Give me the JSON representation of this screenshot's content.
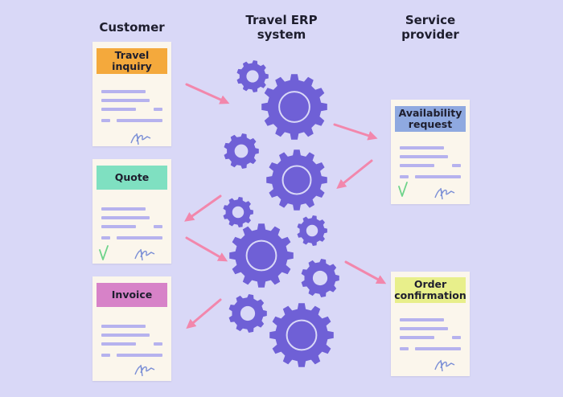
{
  "columns": {
    "customer": "Customer",
    "erp": "Travel ERP\nsystem",
    "provider": "Service\nprovider"
  },
  "documents": {
    "travel_inquiry": "Travel\ninquiry",
    "quote": "Quote",
    "invoice": "Invoice",
    "availability_request": "Availability\nrequest",
    "order_confirmation": "Order\nconfirmation"
  },
  "colors": {
    "background": "#d9d8f7",
    "gear": "#6f60d6",
    "arrow": "#f287ac",
    "travel_inquiry": "#f4a93c",
    "quote": "#7fe0c1",
    "invoice": "#d782c8",
    "availability_request": "#8fa9e0",
    "order_confirmation": "#e8ef8b"
  }
}
